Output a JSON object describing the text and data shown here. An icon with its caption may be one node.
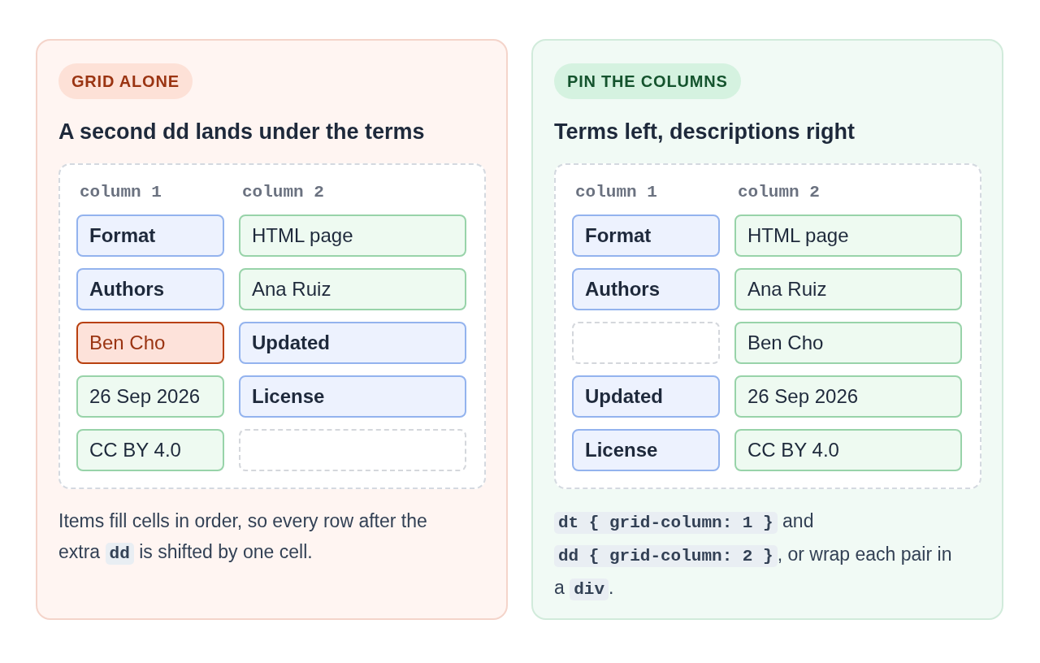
{
  "diagram": {
    "nodes": [
      {
        "text": [
          "A second dd lands under the terms",
          "Items fill cells in order, so every row after the extra **dd** is shifted by one cell."
        ]
      },
      {
        "text": [
          "GRID ALONE"
        ],
        "in": 0
      },
      {
        "text": [
          "column 1",
          "column 2"
        ],
        "in": 0
      },
      {
        "text": [
          "Format"
        ],
        "in": 2
      },
      {
        "text": [
          "HTML page"
        ],
        "in": 2
      },
      {
        "text": [
          "Authors"
        ],
        "in": 2
      },
      {
        "text": [
          "Ana Ruiz"
        ],
        "in": 2
      },
      {
        "text": [
          "Ben Cho"
        ],
        "in": 2
      },
      {
        "text": [
          "Updated"
        ],
        "in": 2
      },
      {
        "text": [
          "26 Sep 2026"
        ],
        "in": 2
      },
      {
        "text": [
          "License"
        ],
        "in": 2
      },
      {
        "text": [
          "CC BY 4.0"
        ],
        "in": 2
      },
      {
        "text": [],
        "shape": "box",
        "in": 2
      },
      {
        "text": [
          "Terms left, descriptions right",
          "**dt { grid-column: 1 }** and **dd { grid-column: 2 }**, or wrap each pair in a **div**."
        ]
      },
      {
        "text": [
          "PIN THE COLUMNS"
        ],
        "in": 13
      },
      {
        "text": [
          "column 1",
          "column 2"
        ],
        "in": 13
      },
      {
        "text": [
          "Format"
        ],
        "in": 15
      },
      {
        "text": [
          "HTML page"
        ],
        "in": 15
      },
      {
        "text": [
          "Authors"
        ],
        "in": 15
      },
      {
        "text": [
          "Ana Ruiz"
        ],
        "in": 15
      },
      {
        "text": [],
        "shape": "box",
        "in": 15
      },
      {
        "text": [
          "Ben Cho"
        ],
        "in": 15
      },
      {
        "text": [
          "Updated"
        ],
        "in": 15
      },
      {
        "text": [
          "26 Sep 2026"
        ],
        "in": 15
      },
      {
        "text": [
          "License"
        ],
        "in": 15
      },
      {
        "text": [
          "CC BY 4.0"
        ],
        "in": 15
      }
    ]
  }
}
